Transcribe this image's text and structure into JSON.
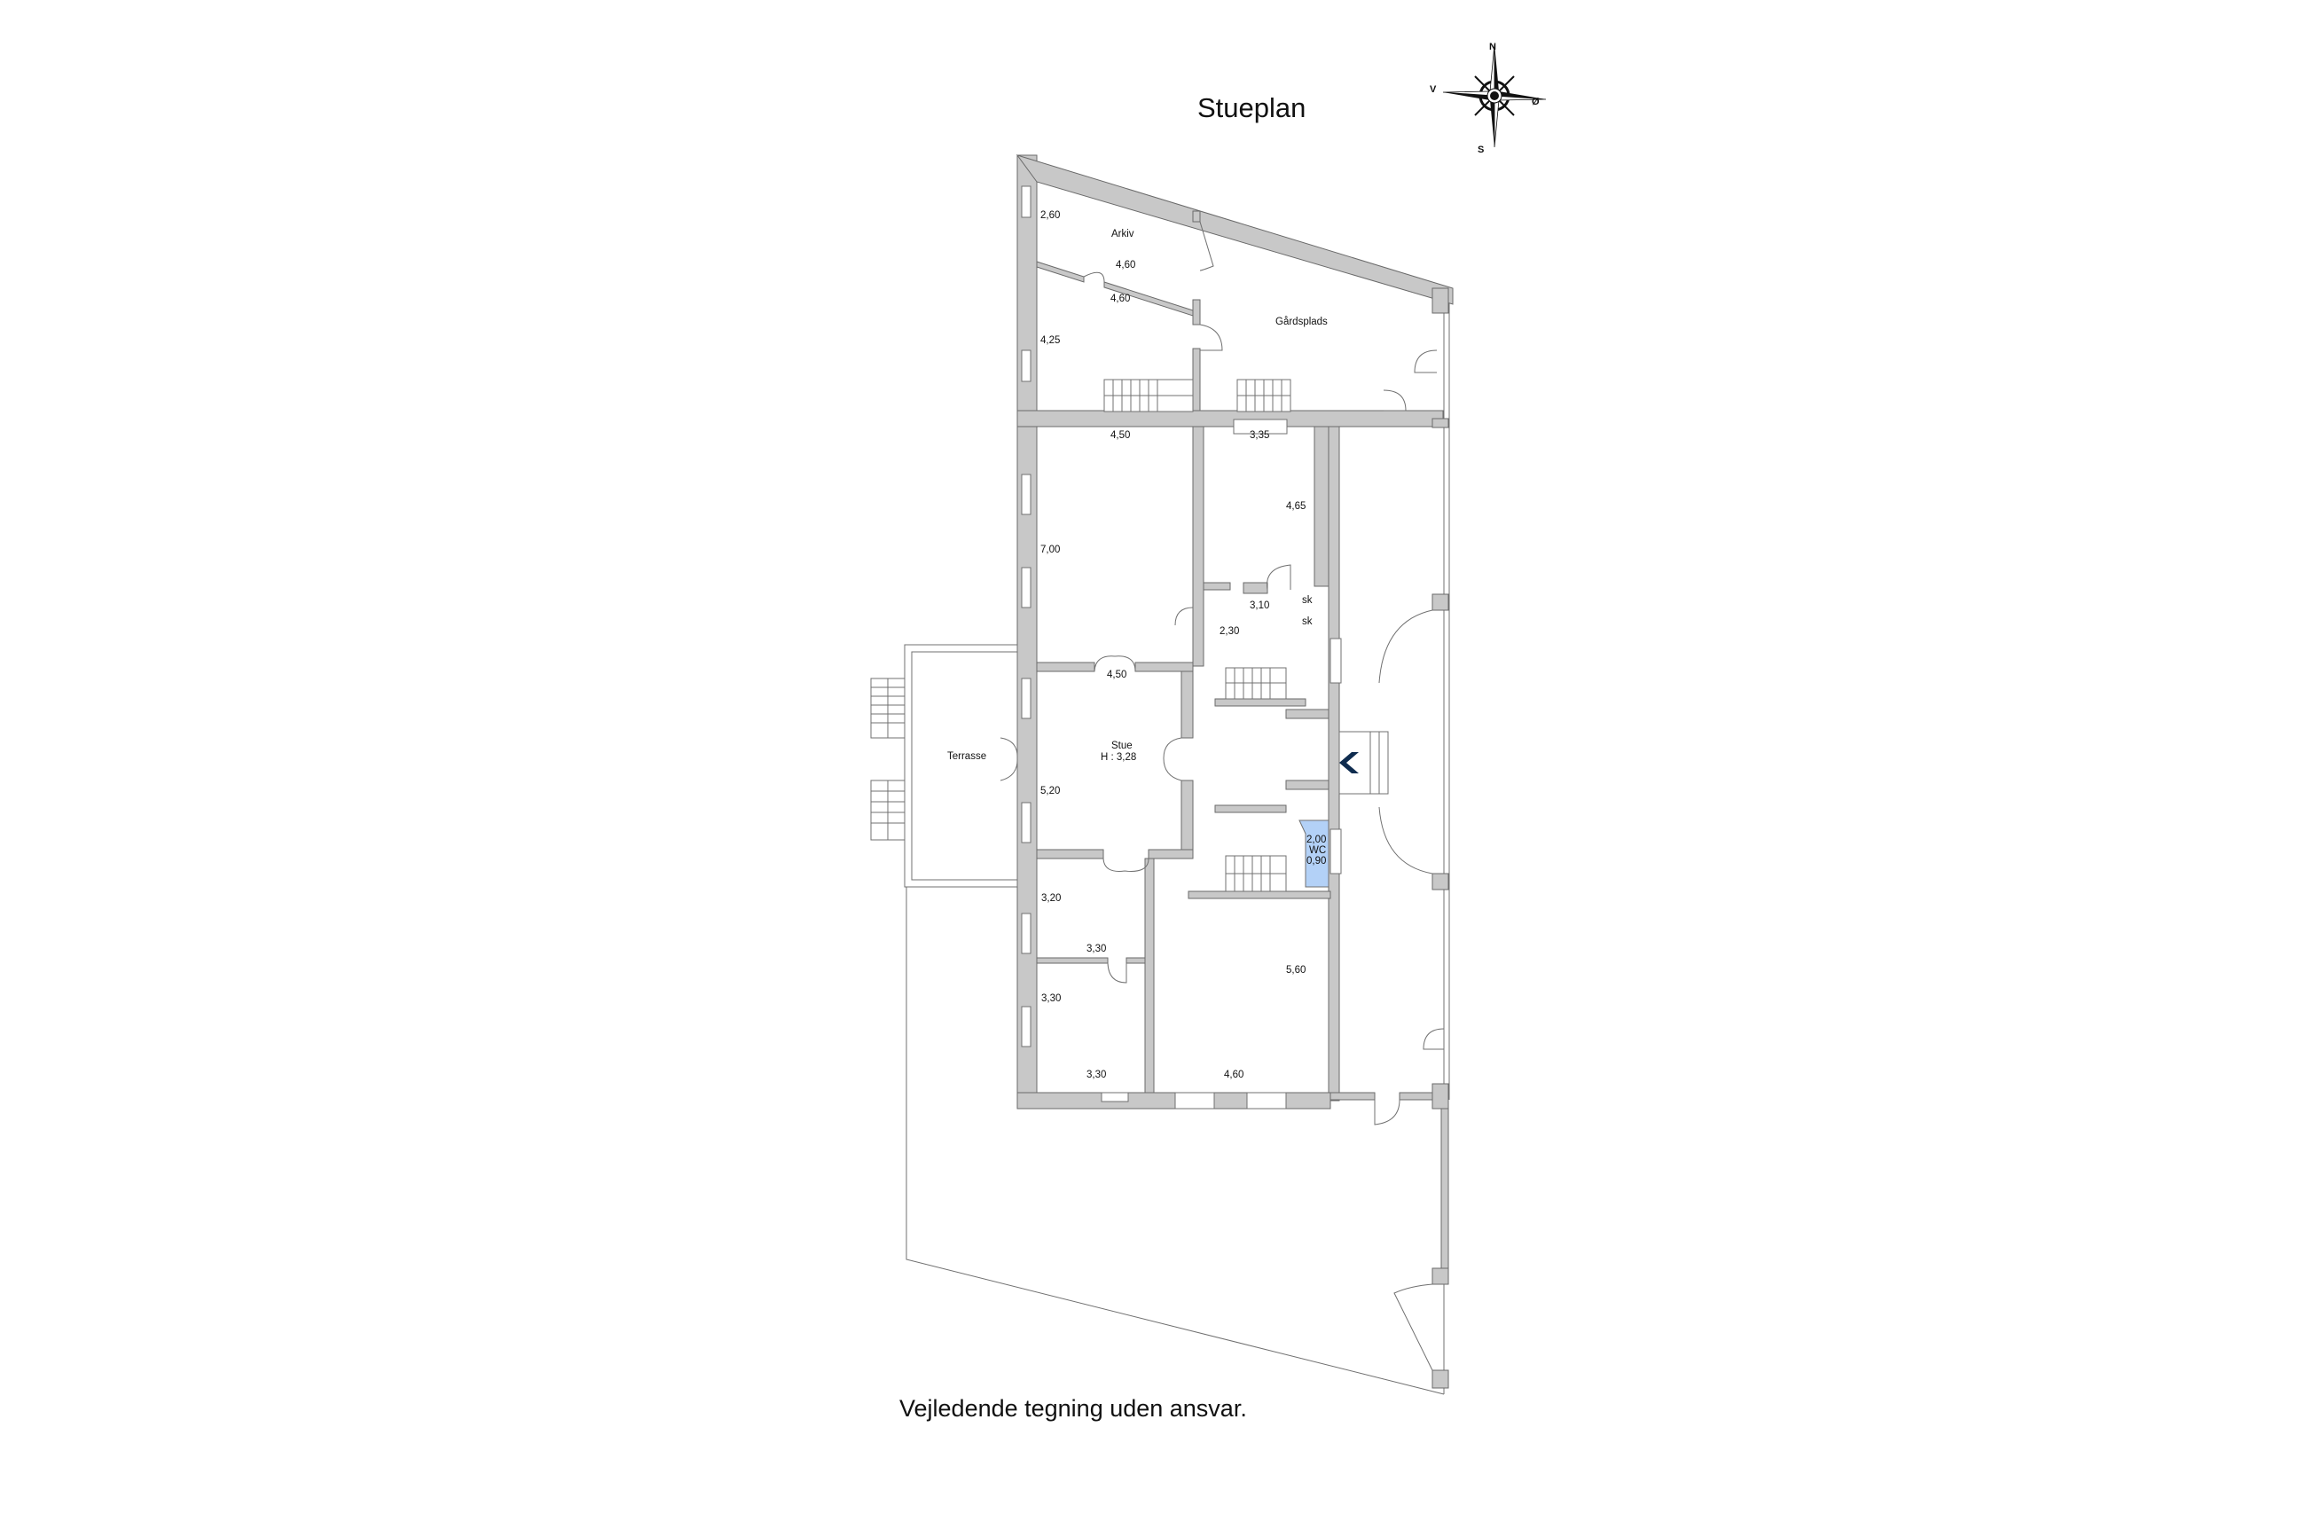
{
  "plan": {
    "title": "Stueplan",
    "disclaimer": "Vejledende tegning uden ansvar."
  },
  "compass": {
    "north": "N",
    "south": "S",
    "east": "Ø",
    "west": "V",
    "icon": "compass-rose-icon"
  },
  "entrance": {
    "icon": "entrance-chevron-icon",
    "color": "#0f2c4f"
  },
  "colors": {
    "wall": "#c8c8c8",
    "wc_highlight": "#b3d1f7",
    "line": "#707070"
  },
  "rooms": {
    "arkiv": {
      "name": "Arkiv",
      "dims": [
        "2,60",
        "4,60"
      ]
    },
    "north_hall": {
      "dims": [
        "4,60",
        "4,25"
      ]
    },
    "gaardsplads": {
      "name": "Gårdsplads"
    },
    "room_nw": {
      "dims": [
        "4,50",
        "7,00"
      ]
    },
    "room_n_center": {
      "dims": [
        "3,35",
        "4,65"
      ]
    },
    "hall_center": {
      "dims": [
        "3,10",
        "2,30"
      ]
    },
    "closets": [
      "sk",
      "sk"
    ],
    "stue": {
      "name": "Stue",
      "height": "H : 3,28",
      "dims": [
        "4,50",
        "5,20"
      ]
    },
    "terrasse": {
      "name": "Terrasse"
    },
    "wc": {
      "name": "WC",
      "dims": [
        "2,00",
        "0,90"
      ]
    },
    "room_sw1": {
      "dims": [
        "3,20",
        "3,30"
      ]
    },
    "room_sw2": {
      "dims": [
        "3,30",
        "3,30"
      ]
    },
    "room_s_center": {
      "dims": [
        "5,60",
        "4,60"
      ]
    }
  }
}
